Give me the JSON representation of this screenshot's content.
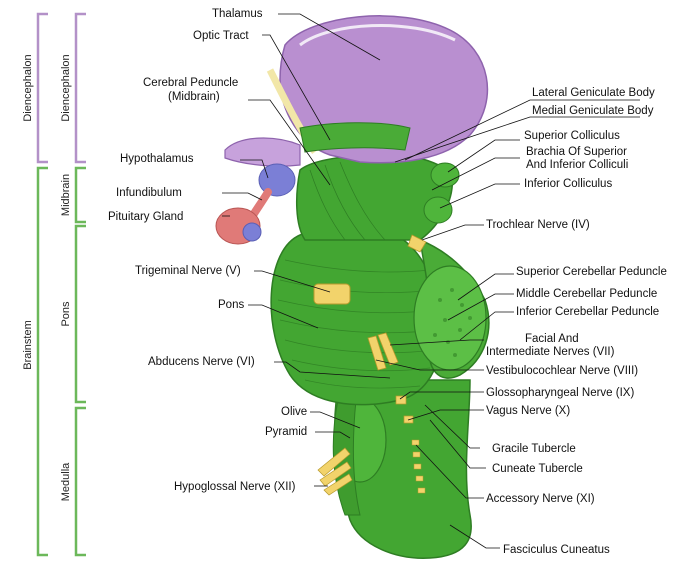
{
  "colors": {
    "green": "#43a632",
    "green_dark": "#2e7d23",
    "green_light": "#6cc24a",
    "purple": "#b98fd0",
    "purple_dark": "#8e63ad",
    "blue": "#7b7fd6",
    "pink": "#e07a78",
    "yellow": "#f2d36b",
    "diencephalon_bracket": "#b391c8",
    "brainstem_bracket": "#6cb85a"
  },
  "brackets": {
    "diencephalon_outer": "Diencephalon",
    "diencephalon_inner": "Diencephalon",
    "brainstem": "Brainstem",
    "midbrain": "Midbrain",
    "pons": "Pons",
    "medulla": "Medulla"
  },
  "labels": {
    "thalamus": "Thalamus",
    "optic_tract": "Optic Tract",
    "cerebral_peduncle_1": "Cerebral Peduncle",
    "cerebral_peduncle_2": "(Midbrain)",
    "hypothalamus": "Hypothalamus",
    "infundibulum": "Infundibulum",
    "pituitary_gland": "Pituitary Gland",
    "trigeminal_nerve": "Trigeminal Nerve (V)",
    "pons": "Pons",
    "abducens_nerve": "Abducens Nerve (VI)",
    "olive": "Olive",
    "pyramid": "Pyramid",
    "hypoglossal_nerve": "Hypoglossal Nerve (XII)",
    "lateral_geniculate": "Lateral Geniculate Body",
    "medial_geniculate": "Medial Geniculate Body",
    "superior_colliculus": "Superior Colliculus",
    "brachia_1": "Brachia Of Superior",
    "brachia_2": "And Inferior Colliculi",
    "inferior_colliculus": "Inferior Colliculus",
    "trochlear_nerve": "Trochlear Nerve (IV)",
    "superior_cerebellar_peduncle": "Superior Cerebellar Peduncle",
    "middle_cerebellar_peduncle": "Middle Cerebellar Peduncle",
    "inferior_cerebellar_peduncle": "Inferior Cerebellar Peduncle",
    "facial_nerve_1": "Facial And",
    "facial_nerve_2": "Intermediate Nerves (VII)",
    "vestibulocochlear_nerve": "Vestibulocochlear Nerve (VIII)",
    "glossopharyngeal_nerve": "Glossopharyngeal Nerve (IX)",
    "vagus_nerve": "Vagus Nerve (X)",
    "gracile_tubercle": "Gracile Tubercle",
    "cuneate_tubercle": "Cuneate Tubercle",
    "accessory_nerve": "Accessory Nerve (XI)",
    "fasciculus_cuneatus": "Fasciculus Cuneatus"
  }
}
